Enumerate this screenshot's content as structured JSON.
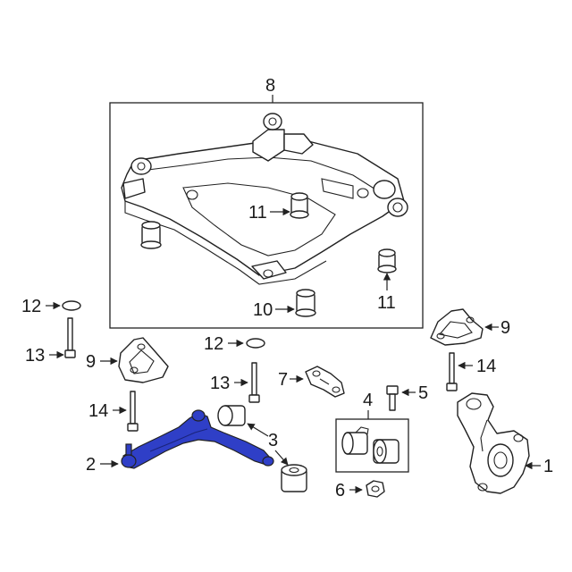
{
  "diagram": {
    "highlight_color": "#2f3fc7",
    "line_color": "#222222",
    "callouts": {
      "c8": "8",
      "c11a": "11",
      "c11b": "11",
      "c10": "10",
      "c12a": "12",
      "c13a": "13",
      "c9a": "9",
      "c12b": "12",
      "c13b": "13",
      "c7": "7",
      "c14a": "14",
      "c2": "2",
      "c3": "3",
      "c4": "4",
      "c5": "5",
      "c6": "6",
      "c9b": "9",
      "c14b": "14",
      "c1": "1"
    }
  }
}
